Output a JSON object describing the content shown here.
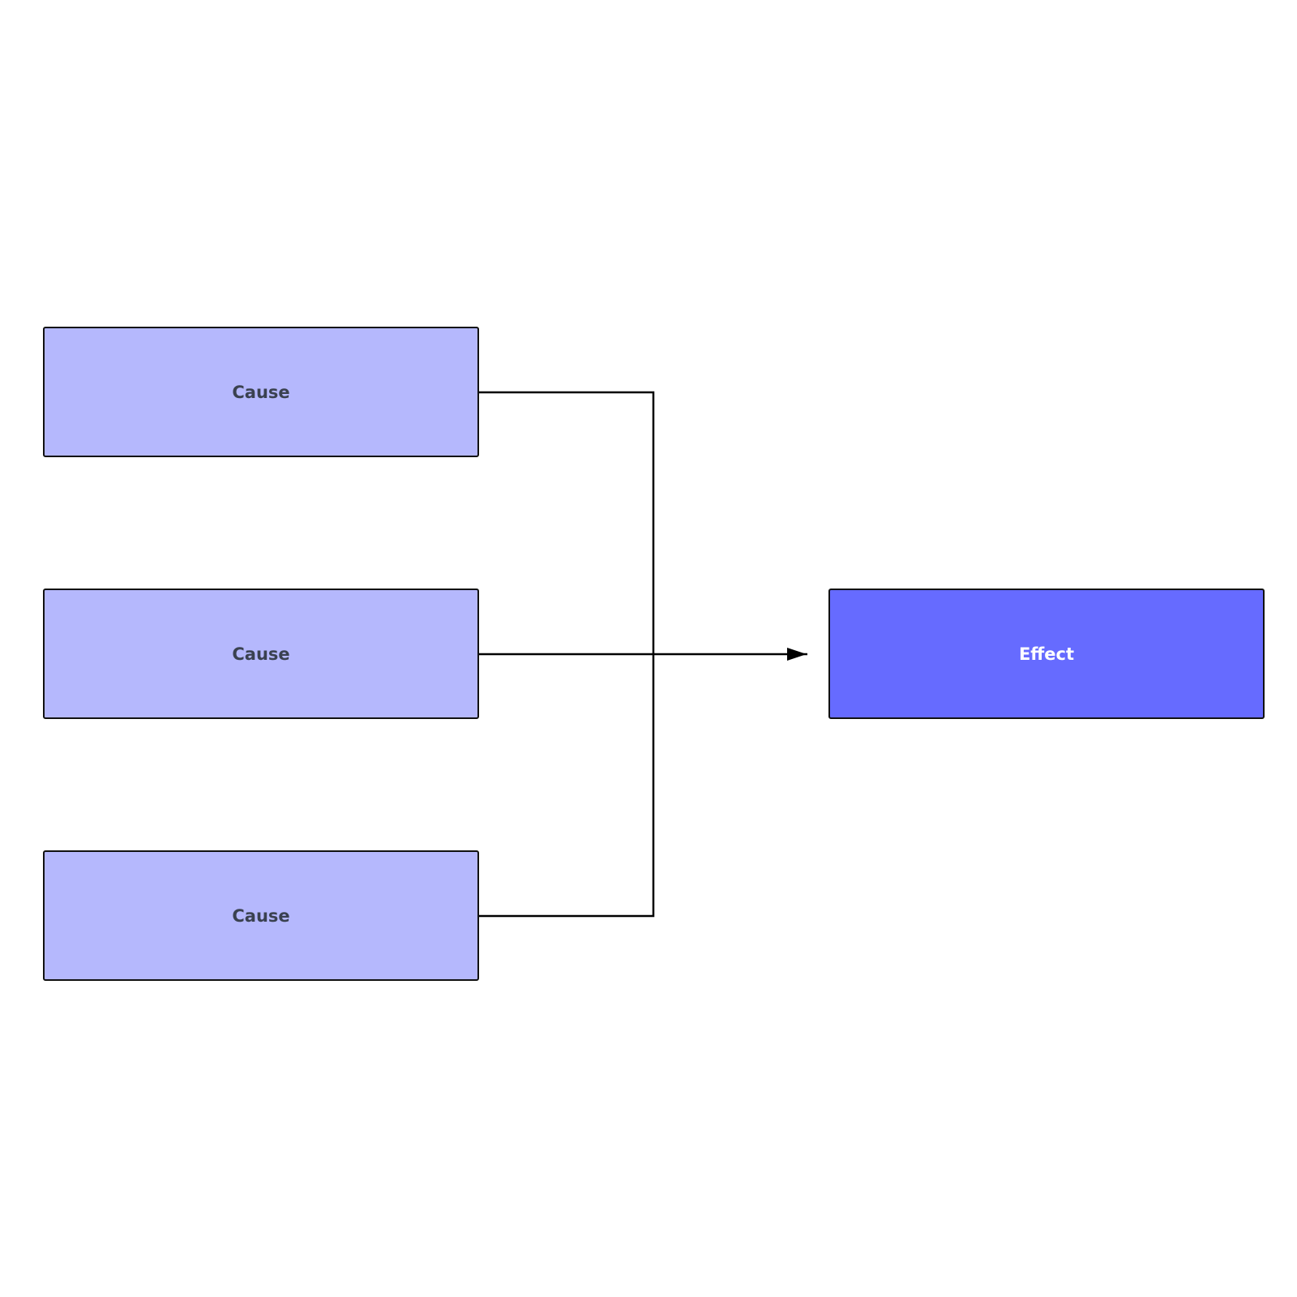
{
  "causes": [
    {
      "label": "Cause"
    },
    {
      "label": "Cause"
    },
    {
      "label": "Cause"
    }
  ],
  "effect": {
    "label": "Effect"
  },
  "colors": {
    "cause_fill": "#b5b8fd",
    "cause_text": "#3a4150",
    "effect_fill": "#666bff",
    "effect_text": "#ffffff",
    "border": "#111111",
    "connector": "#000000"
  }
}
